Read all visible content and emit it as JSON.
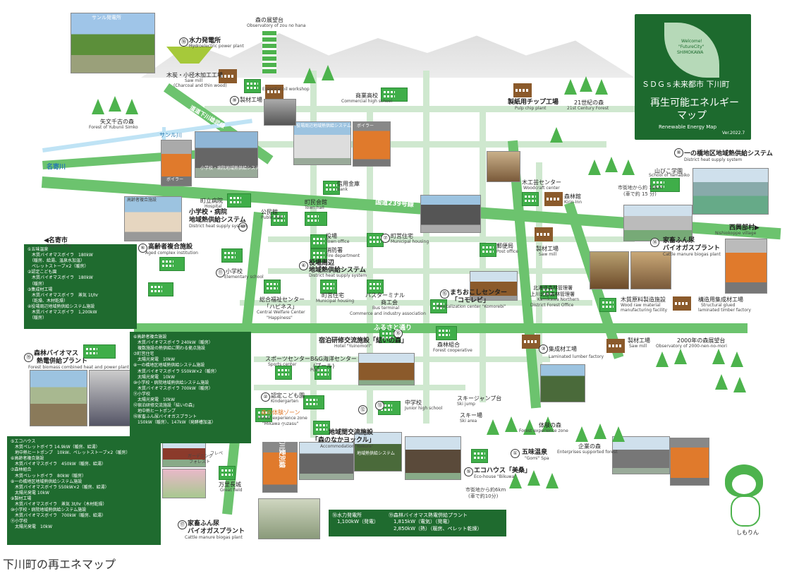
{
  "map": {
    "legend": {
      "welcome": "Welcome!",
      "futurecity": "\"FutureCity\"",
      "town_en": "SHIMOKAWA",
      "sdgs": "ＳＤＧｓ未来都市 下川町",
      "title": "再生可能エネルギー",
      "title2": "マップ",
      "subtitle_en": "Renewable Energy Map",
      "version": "Ver.2022.7"
    },
    "place_labels": {
      "sanru_dam": "サンル発電所",
      "hydro": "水力発電所",
      "hydro_en": "Hydroelectric power plant",
      "observatory": "森の展望台",
      "observatory_en": "Observatory of zou no hana",
      "sawmill": "木炭・小径木加工工場",
      "sawmill_en": "Saw mill",
      "sawmill_en2": "(Charcoal and thin wood)",
      "workshop": "製材工場",
      "workshop_en": "Essential oil workshop",
      "commercial": "商業高校",
      "commercial_en": "Commercial high school",
      "chip": "製紙用チップ工場",
      "chip_en": "Pulp chip plant",
      "forest21": "21世紀の森",
      "forest21_en": "21st Century Forest",
      "yubari": "矢文千古の森",
      "yubari_en": "Forest of Yubunii Simko",
      "route239_top": "道道下川雄武線",
      "sanru_river": "サンル川",
      "nayoro_river": "名寄川",
      "district_heat_top": "役場周辺地域熱供給システム",
      "boiler": "ボイラー",
      "school_area": "小学校・病院地域熱供給システム",
      "boiler2": "ボイラー",
      "ichinohashi": "一の橋地区地域熱供給システム",
      "ichinohashi_en": "District heat supply system",
      "yamabiko": "山びこ学園",
      "yamabiko_en": "School of Yamabiko",
      "distance": "市街地から約 12km",
      "distance2": "(車で約 15 分)",
      "aged": "高齢者複合施設",
      "hospital": "町立病院",
      "hospital_en": "Hospital",
      "public_hall": "公民館",
      "public_hall_en": "Public hall",
      "town_hall": "町民会館",
      "town_hall_en": "Town hall",
      "bank": "信用金庫",
      "bank_en": "Bank",
      "woodwork": "木工芸センター",
      "woodwork_en": "Woodcraft center",
      "kirin": "森林館",
      "kirin_en": "Kirin-Inn",
      "route239": "国道239号線",
      "nayoro_city": "◀名寄市",
      "nayoro_city_en": "Nayoro City",
      "nishiokoppe": "西興部村▶",
      "nishiokoppe_en": "Nishiokoppe village",
      "school_heat": "小学校・病院",
      "school_heat2": "地域熱供給システム",
      "school_heat_en": "District heat supply system",
      "aged_label": "高齢者複合施設",
      "aged_en": "Aged complex institution",
      "town_office": "役場",
      "town_office_en": "Town office",
      "fire": "消防署",
      "fire_en": "Fire department",
      "municipal": "町営住宅",
      "municipal_en": "Municipal housing",
      "post": "郵便局",
      "post_en": "Post office",
      "sawmill2": "製材工場",
      "sawmill2_en": "Saw mill",
      "cattle": "家畜ふん尿",
      "cattle2": "バイオガスプラント",
      "cattle_en": "Cattle manure biogas plant",
      "elementary": "小学校",
      "elementary_en": "Elementary school",
      "district_heat": "役場周辺",
      "district_heat2": "地域熱供給システム",
      "district_heat_en": "District heat supply system",
      "welfare": "総合福祉センター",
      "welfare2": "「ハピネス」",
      "welfare_en": "Central Welfare Center",
      "welfare_en2": "\"Happiness\"",
      "municipal2": "町営住宅",
      "municipal2_en": "Municipal housing",
      "bus": "バスターミナル",
      "bus2": "商工会",
      "bus_en": "Bus terminal",
      "bus_en2": "Commerce and industry association",
      "komorebi": "まちおこしセンター",
      "komorebi2": "「コモレビ」",
      "komorebi_en": "Revitalization center \"Komorebi\"",
      "forest_office": "北海道森林管理署",
      "forest_office2": "上川北部森林管理署",
      "forest_office_en": "Kamikawa Northern",
      "forest_office_en2": "District Forest Office",
      "wood_raw": "木質原料製造施設",
      "wood_raw_en": "Wood raw material",
      "wood_raw_en2": "manufacturing facility",
      "laminated": "構造用集成材工場",
      "laminated_en": "Structural glued",
      "laminated_en2": "laminated timber factory",
      "furusato": "ふるさと通り",
      "yuinomori": "宿泊研修交流施設「結いの森」",
      "yuinomori_en": "Hotel \"Yuinomori\"",
      "forest_union": "森林組合",
      "forest_union_en": "Forest cooperative",
      "laminated2": "集成材工場",
      "laminated2_en": "Laminated lumber factory",
      "sawmill3": "製材工場",
      "sawmill3_en": "Saw mill",
      "observ2000": "2000年の森展望台",
      "observ2000_en": "Observatory of 2000-nen-no-mori",
      "sports": "スポーツセンター",
      "sports_en": "Sports center",
      "pool": "B&G海洋センター",
      "pool2": "(プール)",
      "pool_en": "Pool",
      "kindergarten": "認定こども園",
      "kindergarten_en": "Kindergarten",
      "junior": "中学校",
      "junior_en": "Junior high school",
      "ski_jump": "スキージャンプ台",
      "ski_jump_en": "Ski jump",
      "ski": "スキー場",
      "ski_en": "Ski area",
      "experience": "森の体験ゾーン",
      "experience_en": "Forest experience zone",
      "experience2": "\"Mikawa guzasu\"",
      "yoikura": "地域間交流施設",
      "yoikura2": "「森のなかヨックル」",
      "yoikura_en": "Accommodation\"Yoikura\"",
      "biomass_heat": "地域熱供給システム",
      "taiken_forest": "体験の森",
      "taiken_forest_en": "Forest experience zone",
      "goshu": "五味温泉",
      "goshu_en": "\"Gomi\" Spa",
      "ecohouse": "エコハウス「美桑」",
      "ecohouse_en": "Eco-house \"Bikuwa\"",
      "enterprise": "企業の森",
      "enterprise_en": "Enterprises supported forest",
      "from_city": "市街地から約6km",
      "from_city2": "(車で約10分)",
      "great_field": "万里長城",
      "great_field_en": "Great field",
      "cattle_bottom": "家畜ふん尿",
      "cattle_bottom2": "バイオガスプラント",
      "cattle_bottom_en": "Cattle manure biogas plant",
      "biomass_plant": "森林バイオマス",
      "biomass_plant2": "熱電併給プラント",
      "biomass_plant_en": "Forest biomass combined heat and power plant",
      "route_shimokawa": "道道下川愛別線",
      "gardening": "ガーデニング",
      "apple": "フレペ",
      "apple2": "フォレスト",
      "mascot": "しもりん"
    },
    "numbers": [
      "⑱",
      "⑨",
      "⑧",
      "⑥",
      "⑩",
      "④",
      "⑦",
      "⑪",
      "⑭",
      "⑮",
      "③",
      "⑯",
      "②",
      "⑫",
      "⑬",
      "①",
      "⑤",
      "⑲",
      "⑰"
    ],
    "infobox_a": "①五味温泉\n　木質バイオマスボイラ　180kW\n　（暖房、給湯、温泉水加温）\n　ペレットストーブ×2（暖房）\n②認定こども園\n　木質バイオマスボイラ　180kW\n　（暖房）\n③集成材工場\n　木質バイオマスボイラ　蒸気 1t/hr\n　（乾燥、木材乾燥）\n④役場周辺地域熱供給システム施設\n　木質バイオマスボイラ　1,200kW\n　（暖房）",
    "infobox_b": "⑥高齢者複合施設\n　木質バイオマスボイラ 240kW（暖房）\n　複数施設の熱供給に関わる拠点施設\n⑦町営住宅\n　太陽光発電　10kW\n⑧一の橋地区地域熱供給システム施設\n　木質バイオマスボイラ 550kW×2（暖房）\n　太陽光発電　10kW\n⑩小学校・病院地域熱供給システム施設\n　木質バイオマスボイラ 700kW（暖房）\n⑪小学校\n　太陽光発電　10kW\n⑫宿泊研修交流施設「結いの森」\n　地中熱ヒートポンプ　\n⑯家畜ふん尿バイオガスプラント\n　150kW（暖房）、147kW（発酵槽加温）",
    "infobox_c": "⑤エコハウス\n　木質ペレットボイラ 14.9kW（暖房、給湯）\n　地中熱ヒートポンプ　10kW、ペレットストーブ×2（暖房）\n⑥高齢者複合施設\n　木質バイオマスボイラ　450kW（暖房、給湯）\n⑦森林組合\n　木質ペレットボイラ　80kW（暖房）\n⑧一の橋地区地域熱供給システム施設\n　木質バイオマスボイラ 550kW×2（暖房、給湯）\n　太陽光発電 10kW\n⑨製材工場\n　木質バイオマスボイラ　蒸気 3t/hr（木材乾燥）\n⑩小学校・病院地域熱供給システム施設\n　木質バイオマスボイラ　700kW（暖房、給湯）\n⑪小学校\n　太陽光発電　10kW",
    "infobox_d1": "⑱水力発電所\n　1,100kW（発電）",
    "infobox_d2": "⑲森林バイオマス熱電併給プラント\n　1,815kW（電気）（発電）\n　2,850kW（熱）（暖房、ペレット乾燥）",
    "colors": {
      "main_road": "#6cc36e",
      "minor_road": "#cfe8cf",
      "legend_bg": "#1d6a2e",
      "facility": "#3fae49",
      "factory": "#8b5a2b"
    }
  },
  "caption": "下川町の再エネマップ"
}
